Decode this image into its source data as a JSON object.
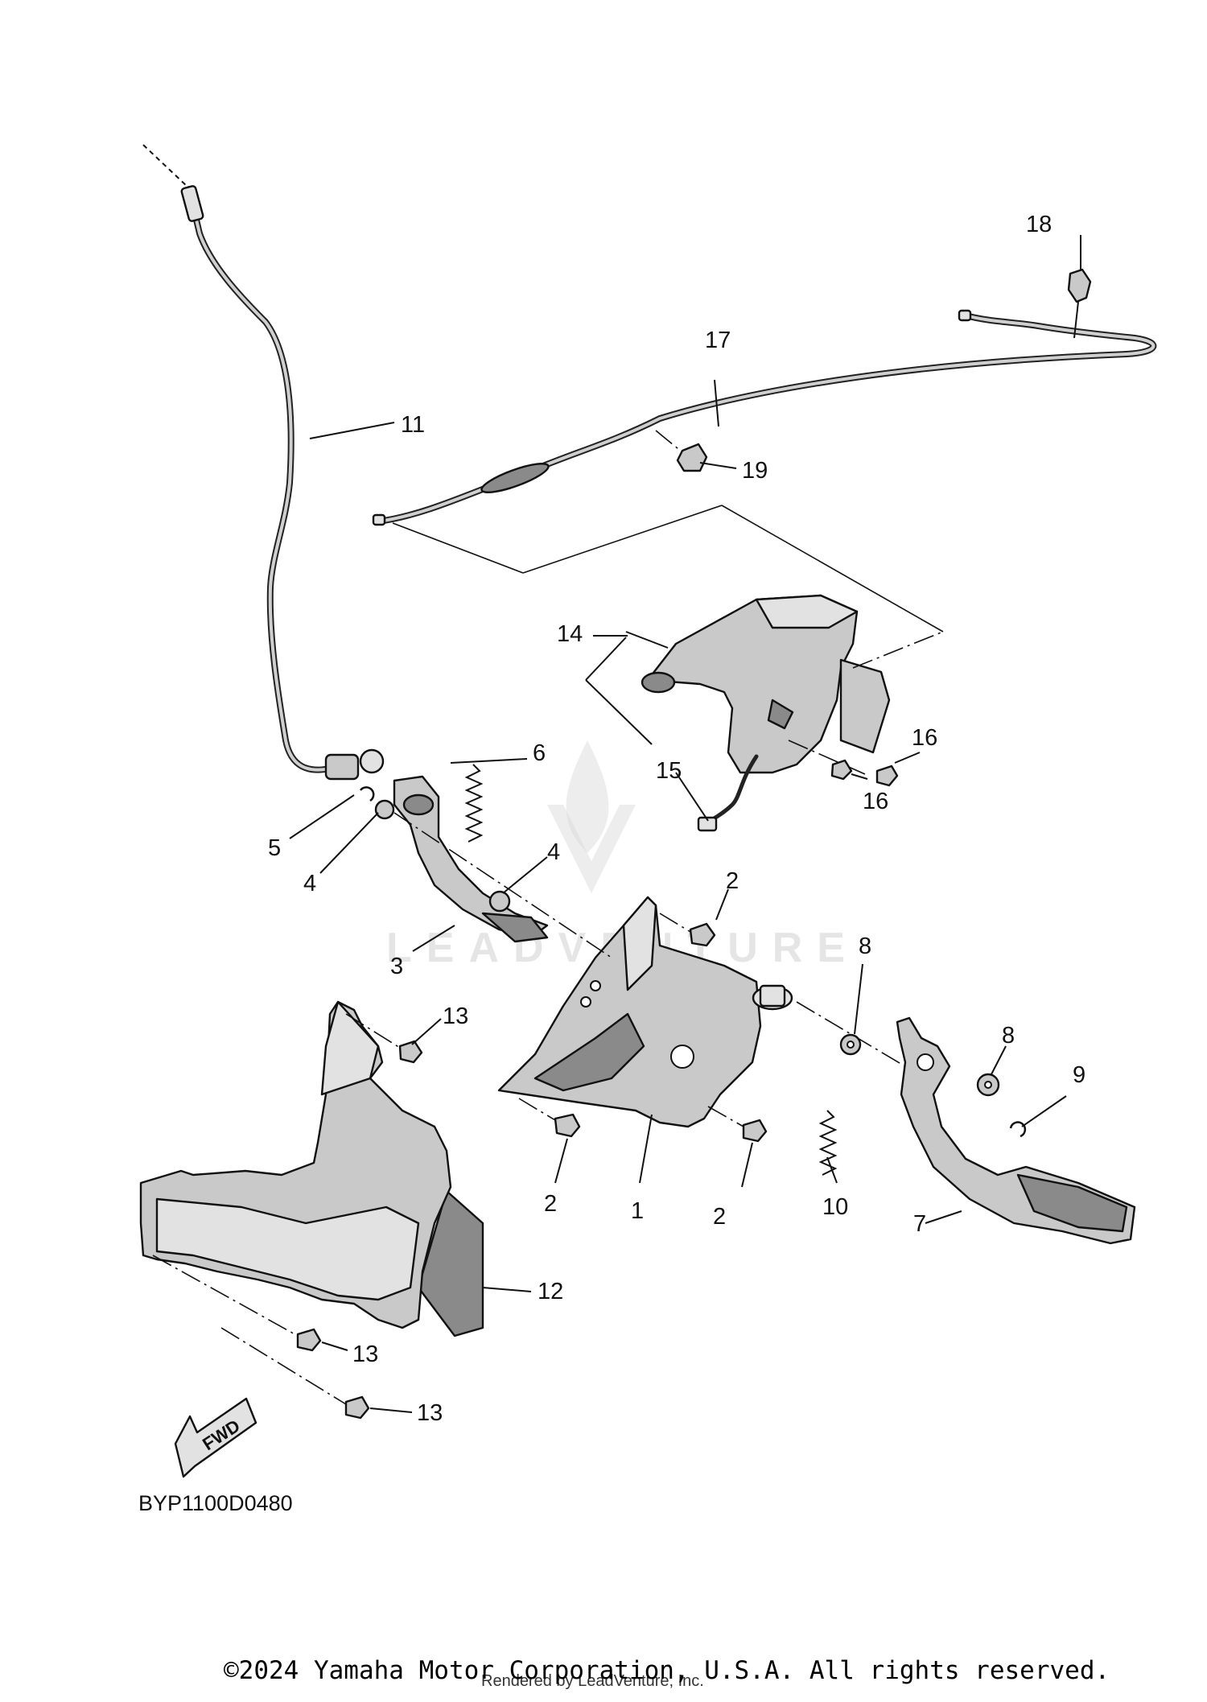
{
  "diagram": {
    "code": "BYP1100D0480",
    "fwd_label": "FWD",
    "copyright": "©2024 Yamaha Motor Corporation, U.S.A. All rights reserved.",
    "rendered_by": "Rendered by LeadVenture, Inc."
  },
  "callouts": [
    {
      "id": "c1",
      "label": "1"
    },
    {
      "id": "c2a",
      "label": "2"
    },
    {
      "id": "c2b",
      "label": "2"
    },
    {
      "id": "c2c",
      "label": "2"
    },
    {
      "id": "c3",
      "label": "3"
    },
    {
      "id": "c4a",
      "label": "4"
    },
    {
      "id": "c4b",
      "label": "4"
    },
    {
      "id": "c5",
      "label": "5"
    },
    {
      "id": "c6",
      "label": "6"
    },
    {
      "id": "c7",
      "label": "7"
    },
    {
      "id": "c8a",
      "label": "8"
    },
    {
      "id": "c8b",
      "label": "8"
    },
    {
      "id": "c9",
      "label": "9"
    },
    {
      "id": "c10",
      "label": "10"
    },
    {
      "id": "c11",
      "label": "11"
    },
    {
      "id": "c12",
      "label": "12"
    },
    {
      "id": "c13a",
      "label": "13"
    },
    {
      "id": "c13b",
      "label": "13"
    },
    {
      "id": "c13c",
      "label": "13"
    },
    {
      "id": "c14",
      "label": "14"
    },
    {
      "id": "c15",
      "label": "15"
    },
    {
      "id": "c16a",
      "label": "16"
    },
    {
      "id": "c16b",
      "label": "16"
    },
    {
      "id": "c17",
      "label": "17"
    },
    {
      "id": "c18",
      "label": "18"
    },
    {
      "id": "c19",
      "label": "19"
    }
  ]
}
